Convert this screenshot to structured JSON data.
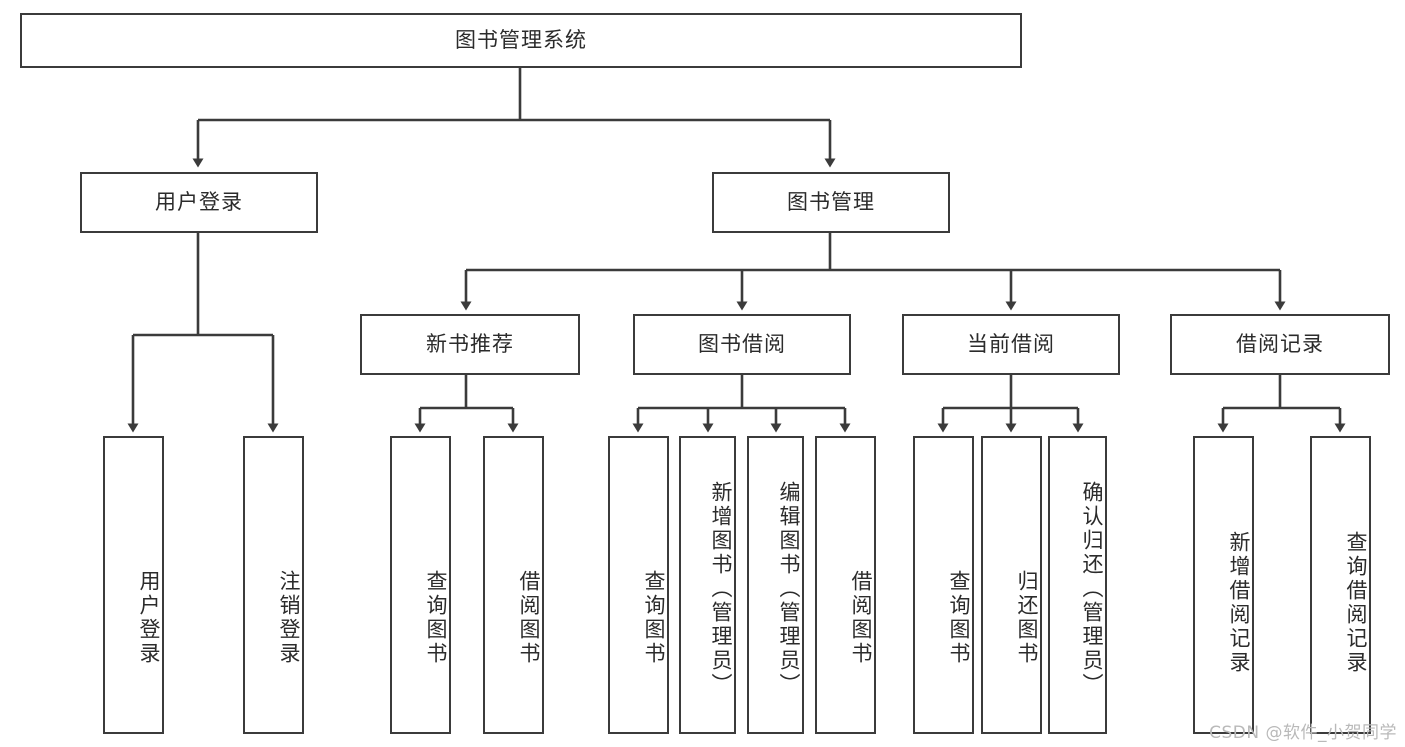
{
  "diagram": {
    "title": "图书管理系统",
    "type": "hierarchy-tree",
    "watermark": "CSDN @软件_小贺同学",
    "colors": {
      "box_border": "#3b3b3b",
      "box_fill": "#ffffff",
      "connector": "#3b3b3b",
      "text": "#2b2b2b",
      "watermark": "#b9b9b9"
    },
    "nodes": {
      "root": {
        "label": "图书管理系统"
      },
      "level2": [
        {
          "label": "用户登录"
        },
        {
          "label": "图书管理"
        }
      ],
      "level3": [
        {
          "label": "新书推荐"
        },
        {
          "label": "图书借阅"
        },
        {
          "label": "当前借阅"
        },
        {
          "label": "借阅记录"
        }
      ],
      "leaves": {
        "user_login": [
          {
            "label": "用户登录"
          },
          {
            "label": "注销登录"
          }
        ],
        "new_book_recommend": [
          {
            "label": "查询图书"
          },
          {
            "label": "借阅图书"
          }
        ],
        "book_borrow": [
          {
            "label": "查询图书"
          },
          {
            "label": "新增图书（管理员）"
          },
          {
            "label": "编辑图书（管理员）"
          },
          {
            "label": "借阅图书"
          }
        ],
        "current_borrow": [
          {
            "label": "查询图书"
          },
          {
            "label": "归还图书"
          },
          {
            "label": "确认归还（管理员）"
          }
        ],
        "borrow_record": [
          {
            "label": "新增借阅记录"
          },
          {
            "label": "查询借阅记录"
          }
        ]
      }
    }
  }
}
